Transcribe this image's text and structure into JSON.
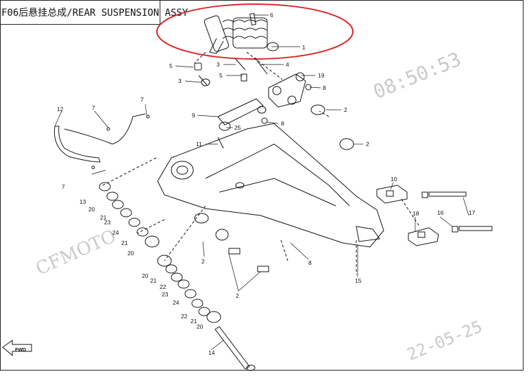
{
  "title": "F06后悬挂总成/REAR SUSPENSION  ASSY",
  "watermarks": {
    "time": "08:50:53",
    "brand": "CFMOTO",
    "date": "22-05-25"
  },
  "fwd_label": "FWD",
  "highlight_color": "#d62828",
  "callouts": [
    {
      "id": "c6",
      "text": "6"
    },
    {
      "id": "c1",
      "text": "1"
    },
    {
      "id": "c3a",
      "text": "3"
    },
    {
      "id": "c4",
      "text": "4"
    },
    {
      "id": "c5a",
      "text": "5"
    },
    {
      "id": "c5b",
      "text": "5"
    },
    {
      "id": "c19",
      "text": "19"
    },
    {
      "id": "c3b",
      "text": "3"
    },
    {
      "id": "c8a",
      "text": "8"
    },
    {
      "id": "c7a",
      "text": "7"
    },
    {
      "id": "c12",
      "text": "12"
    },
    {
      "id": "c7b",
      "text": "7"
    },
    {
      "id": "c9",
      "text": "9"
    },
    {
      "id": "c2a",
      "text": "2"
    },
    {
      "id": "c8b",
      "text": "8"
    },
    {
      "id": "c25",
      "text": "25"
    },
    {
      "id": "c2b",
      "text": "2"
    },
    {
      "id": "c11",
      "text": "11"
    },
    {
      "id": "c7c",
      "text": "7"
    },
    {
      "id": "c10",
      "text": "10"
    },
    {
      "id": "c13",
      "text": "13"
    },
    {
      "id": "c20a",
      "text": "20"
    },
    {
      "id": "c21a",
      "text": "21"
    },
    {
      "id": "c23a",
      "text": "23"
    },
    {
      "id": "c24a",
      "text": "24"
    },
    {
      "id": "c21b",
      "text": "21"
    },
    {
      "id": "c20b",
      "text": "20"
    },
    {
      "id": "c16",
      "text": "16"
    },
    {
      "id": "c17",
      "text": "17"
    },
    {
      "id": "c18",
      "text": "18"
    },
    {
      "id": "c2c",
      "text": "2"
    },
    {
      "id": "c8c",
      "text": "8"
    },
    {
      "id": "c15",
      "text": "15"
    },
    {
      "id": "c2d",
      "text": "2"
    },
    {
      "id": "c20c",
      "text": "20"
    },
    {
      "id": "c21c",
      "text": "21"
    },
    {
      "id": "c22a",
      "text": "22"
    },
    {
      "id": "c23b",
      "text": "23"
    },
    {
      "id": "c24b",
      "text": "24"
    },
    {
      "id": "c22b",
      "text": "22"
    },
    {
      "id": "c21d",
      "text": "21"
    },
    {
      "id": "c20d",
      "text": "20"
    },
    {
      "id": "c14",
      "text": "14"
    }
  ]
}
